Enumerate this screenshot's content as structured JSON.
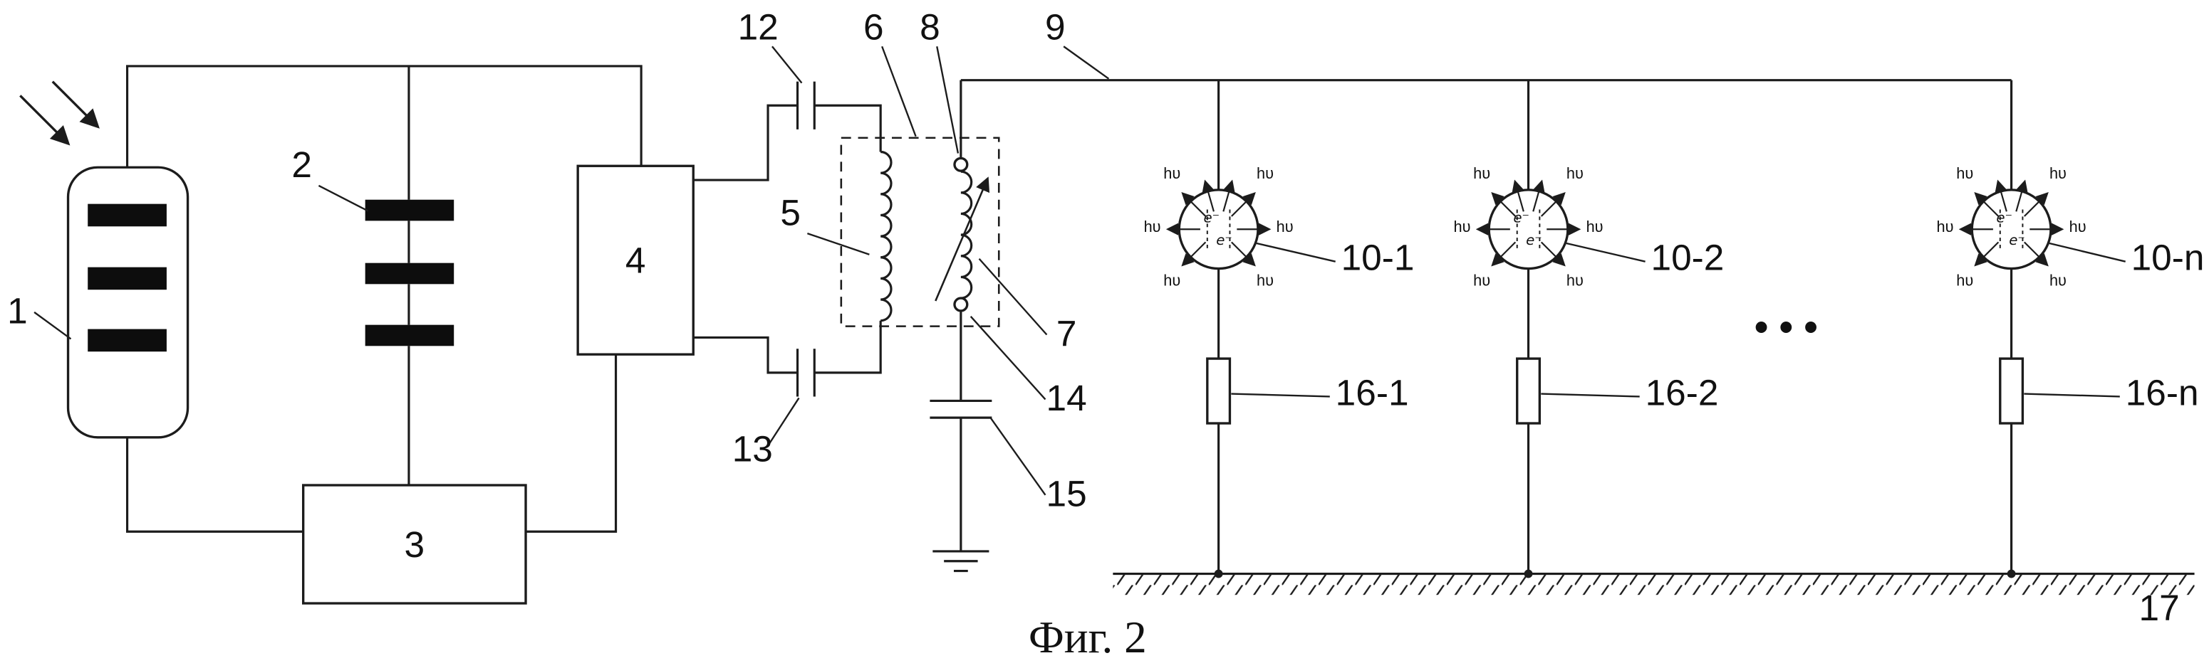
{
  "colors": {
    "ink": "#1c1c1c",
    "background": "#ffffff"
  },
  "caption": "Фиг. 2",
  "labels": {
    "photodetector": "1",
    "capacitor_stack": "2",
    "lower_unit": "3",
    "converter_unit": "4",
    "primary_coil": "5",
    "transformer_box": "6",
    "secondary_coil": "7",
    "upper_terminal": "8",
    "bus_line": "9",
    "coupling_cap_top": "12",
    "coupling_cap_bottom": "13",
    "lower_terminal": "14",
    "ground_capacitor": "15",
    "ground_plane": "17",
    "ellipsis": "• • •"
  },
  "lamp": {
    "photon": "hυ",
    "electron": "e⁻"
  },
  "units": [
    {
      "lamp_label": "10-1",
      "resistor_label": "16-1"
    },
    {
      "lamp_label": "10-2",
      "resistor_label": "16-2"
    },
    {
      "lamp_label": "10-n",
      "resistor_label": "16-n"
    }
  ]
}
